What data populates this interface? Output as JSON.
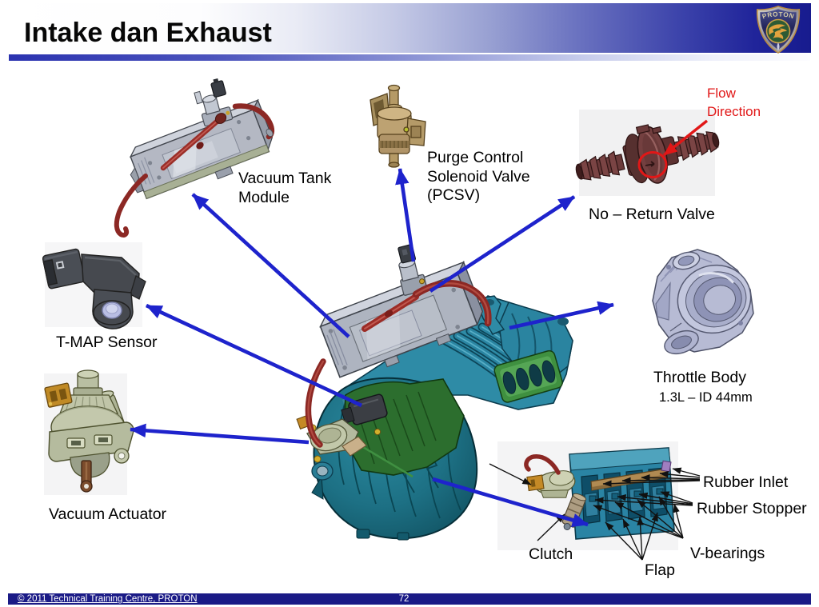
{
  "slide": {
    "title": "Intake dan Exhaust",
    "logo_text": "PROTON",
    "labels": {
      "vacuum_tank_module": "Vacuum Tank\nModule",
      "pcsv": "Purge Control\nSolenoid Valve\n(PCSV)",
      "flow_direction": "Flow\nDirection",
      "no_return_valve": "No – Return Valve",
      "tmap_sensor": "T-MAP Sensor",
      "throttle_body": "Throttle Body",
      "throttle_body_spec": "1.3L – ID 44mm",
      "vacuum_actuator": "Vacuum Actuator",
      "rubber_inlet": "Rubber Inlet",
      "rubber_stopper": "Rubber Stopper",
      "v_bearings": "V-bearings",
      "flap": "Flap",
      "clutch": "Clutch"
    },
    "footer": {
      "copyright": "© 2011 Technical Training Centre, PROTON",
      "page_number": "72"
    },
    "colors": {
      "callout_arrow_blue": "#1e23cc",
      "annotation_red": "#e11717",
      "annotation_black": "#111111",
      "header_navy": "#181c8e",
      "footer_navy": "#1a1a86",
      "engine_teal": "#2e8ba6",
      "engine_green": "#2c6e2e",
      "part_gray": "#b0b6c2",
      "valve_maroon": "#6b3a3a",
      "actuator_sage": "#c0c5a8",
      "hose_red": "#8c2824"
    }
  }
}
